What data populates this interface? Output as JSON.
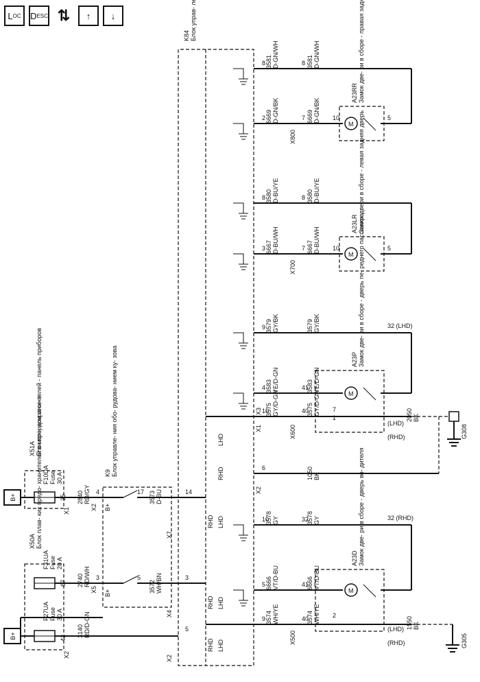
{
  "toolbar": {
    "btn1_main": "L",
    "btn1_sub": "O",
    "btn1_sub2": "C",
    "btn2_main": "D",
    "btn2_sub": "E",
    "btn2_sub2": "SC",
    "btn3": "⇅",
    "btn4": "↑",
    "btn5": "↓"
  },
  "diagram": {
    "bplus1": "B+",
    "bplus2": "B+",
    "x50a": {
      "ref": "X50A",
      "desc": "Блок плав- ких предо- хранителей в моторном отсеке"
    },
    "x51a": {
      "ref": "X51A",
      "desc": "Блок пре- дохрани- телей - панель приборов"
    },
    "f27ua": {
      "name": "F27UA",
      "type": "Fuse",
      "rating": "30 A"
    },
    "f31ua": {
      "name": "F31UA",
      "type": "Fuse",
      "rating": "20 A"
    },
    "f10da": {
      "name": "F10DA",
      "type": "Fuse",
      "rating": "30 A"
    },
    "k9": {
      "ref": "K9",
      "desc": "Блок управле- ния обо- рудова- нием ку- зова"
    },
    "k84": {
      "ref": "K84",
      "desc": "Блок управ- ления си- стемы бес- ключевого доступа в автомо- биль"
    },
    "wires": {
      "w3140": "3140",
      "c3140": "RD/D-GN",
      "w2740": "2740",
      "c2740": "RD/WH",
      "w2840": "2840",
      "c2840": "RD/GY",
      "w3572": "3572",
      "c3572": "WH/BN",
      "w3573": "3573",
      "c3573": "D-BU",
      "w1050": "1050",
      "c1050": "BK",
      "w1550": "1550",
      "c1550": "BK",
      "w2050": "2050",
      "c2050": "BK",
      "w3574": "3574",
      "c3574": "WH/YE",
      "w6666": "6666",
      "c6666": "VT/D-BU",
      "w3578": "3578",
      "c3578": "GY",
      "w3575": "3575",
      "c3575": "GY/D-GN",
      "w3583": "3583",
      "c3583": "YE/D-GN",
      "w3579": "3579",
      "c3579": "GY/BK",
      "w6667": "6667",
      "c6667": "D-BU/WH",
      "w3580": "3580",
      "c3580": "D-BU/YE",
      "w6669": "6669",
      "c6669": "D-GN/BK",
      "w3581": "3581",
      "c3581": "D-GN/WH"
    },
    "pins": {
      "p42": "42",
      "p67": "67",
      "p35": "35",
      "p3": "3",
      "p4": "4",
      "p5": "5",
      "p17": "17",
      "p14": "14",
      "p6": "6",
      "p9": "9",
      "p10": "10",
      "p7": "7",
      "p8": "8",
      "p2": "2",
      "p40": "40",
      "p41": "41",
      "p32": "32",
      "p1": "1"
    },
    "conn": {
      "x1": "X1",
      "x2": "X2",
      "x3": "X3",
      "x4": "X4",
      "x5": "X5",
      "x7": "X7",
      "x500": "X500",
      "x600": "X600",
      "x700": "X700",
      "x800": "X800"
    },
    "doors": {
      "a23d": {
        "ref": "A23D",
        "desc": "Замок две- ри в сборе - дверь во- дителя"
      },
      "a23p": {
        "ref": "A23P",
        "desc": "Замок две- ри в сборе - дверь пе- реднего пассажира"
      },
      "a23lr": {
        "ref": "A23LR",
        "desc": "Замок двери в сборе - левая задняя дверь"
      },
      "a23rr": {
        "ref": "A23RR",
        "desc": "Замок две- ри в сборе - правая задняя дверь"
      }
    },
    "grounds": {
      "g305": "G305",
      "g308": "G308"
    },
    "misc": {
      "lhd": "LHD",
      "rhd": "RHD",
      "lhd_p": "(LHD)",
      "rhd_p": "(RHD)",
      "pin32lhd": "32 (LHD)",
      "pin32rhd": "32 (RHD)",
      "motor": "M",
      "bplus_int": "B+"
    }
  }
}
